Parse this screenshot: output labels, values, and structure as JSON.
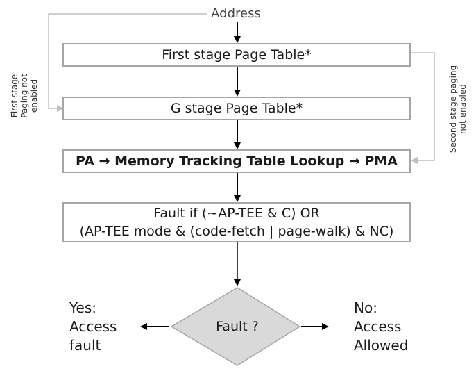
{
  "nodes": {
    "address": "Address",
    "first_stage": "First stage Page Table*",
    "g_stage": "G stage Page Table*",
    "mtt": "PA → Memory Tracking Table Lookup → PMA",
    "fault_rule": {
      "line1": "Fault if (~AP-TEE & C) OR",
      "line2": "(AP-TEE mode & (code-fetch | page-walk) & NC)"
    },
    "decision": "Fault ?"
  },
  "bypass": {
    "first_stage_disabled": [
      "First stage",
      "Paging not",
      "enabled"
    ],
    "second_stage_disabled": [
      "Second stage paging",
      "not enabled"
    ]
  },
  "outcomes": {
    "yes": [
      "Yes:",
      "Access",
      "fault"
    ],
    "no": [
      "No:",
      "Access",
      "Allowed"
    ]
  },
  "colors": {
    "box_border": "#a6a6a6",
    "bypass_line": "#bfbfbf",
    "arrow": "#000000",
    "diamond_fill": "#d9d9d9"
  }
}
